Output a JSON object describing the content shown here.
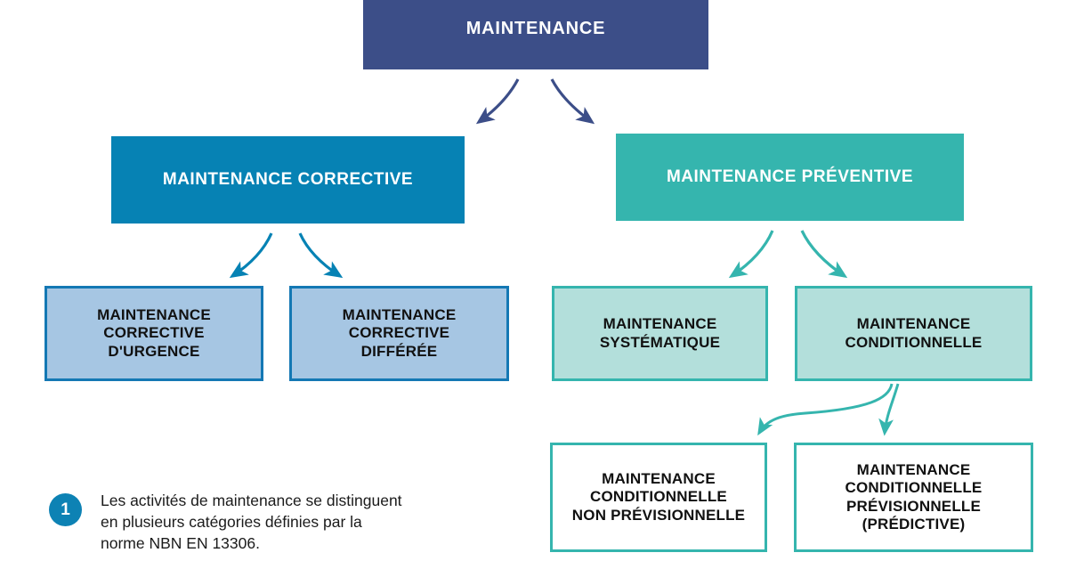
{
  "diagram": {
    "title_node": {
      "id": "root",
      "label": "MAINTENANCE",
      "color": "#3c4e88"
    },
    "level2": [
      {
        "id": "corrective",
        "label": "MAINTENANCE CORRECTIVE",
        "color": "#0682b4"
      },
      {
        "id": "preventive",
        "label": "MAINTENANCE PRÉVENTIVE",
        "color": "#35b5ae"
      }
    ],
    "level3_left": [
      {
        "id": "corrective-urgence",
        "label": "MAINTENANCE\nCORRECTIVE\nD'URGENCE",
        "fill": "#a6c6e3",
        "border": "#1478b4"
      },
      {
        "id": "corrective-differee",
        "label": "MAINTENANCE\nCORRECTIVE\nDIFFÉRÉE",
        "fill": "#a6c6e3",
        "border": "#1478b4"
      }
    ],
    "level3_right": [
      {
        "id": "systematique",
        "label": "MAINTENANCE\nSYSTÉMATIQUE",
        "fill": "#b3dfdb",
        "border": "#35b5ae"
      },
      {
        "id": "conditionnelle",
        "label": "MAINTENANCE\nCONDITIONNELLE",
        "fill": "#b3dfdb",
        "border": "#35b5ae"
      }
    ],
    "level4": [
      {
        "id": "cond-non-prev",
        "label": "MAINTENANCE\nCONDITIONNELLE\nNON PRÉVISIONNELLE",
        "fill": "#ffffff",
        "border": "#35b5ae"
      },
      {
        "id": "cond-prev",
        "label": "MAINTENANCE\nCONDITIONNELLE\nPRÉVISIONNELLE\n(PRÉDICTIVE)",
        "fill": "#ffffff",
        "border": "#35b5ae"
      }
    ],
    "arrow_colors": {
      "from_root": "#3c4e88",
      "from_corrective": "#0682b4",
      "from_preventive": "#35b5ae",
      "from_conditionnelle": "#35b5ae"
    }
  },
  "footnote": {
    "badge_number": "1",
    "badge_color": "#0d82b4",
    "text": "Les activités de maintenance se distinguent\nen plusieurs catégories définies par la\nnorme NBN EN 13306."
  }
}
